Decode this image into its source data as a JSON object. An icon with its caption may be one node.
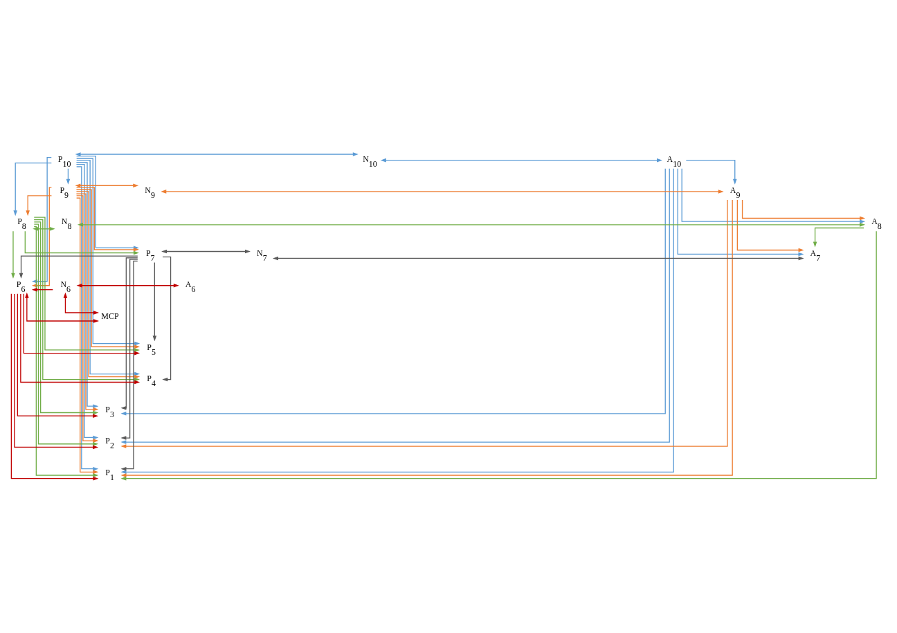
{
  "diagram": {
    "nodes": [
      {
        "text": [
          "P$_{10}$"
        ]
      },
      {
        "text": [
          "N$_{10}$"
        ]
      },
      {
        "text": [
          "A$_{10}$"
        ]
      },
      {
        "text": [
          "P$_{9}$"
        ]
      },
      {
        "text": [
          "N$_{9}$"
        ]
      },
      {
        "text": [
          "A$_{9}$"
        ]
      },
      {
        "text": [
          "P$_{8}$"
        ]
      },
      {
        "text": [
          "N$_{8}$"
        ]
      },
      {
        "text": [
          "A$_{8}$"
        ]
      },
      {
        "text": [
          "P$_{7}$"
        ]
      },
      {
        "text": [
          "N$_{7}$"
        ]
      },
      {
        "text": [
          "A$_{7}$"
        ]
      },
      {
        "text": [
          "P$_{6}$"
        ]
      },
      {
        "text": [
          "N$_{6}$"
        ]
      },
      {
        "text": [
          "A$_{6}$"
        ]
      },
      {
        "text": [
          "MCP"
        ]
      },
      {
        "text": [
          "P$_{5}$"
        ]
      },
      {
        "text": [
          "P$_{4}$"
        ]
      },
      {
        "text": [
          "P$_{3}$"
        ]
      },
      {
        "text": [
          "P$_{2}$"
        ]
      },
      {
        "text": [
          "P$_{1}$"
        ]
      }
    ],
    "edges": [
      {
        "from": 1,
        "to": 0,
        "arrow": "both",
        "color": "#5b9bd5"
      },
      {
        "from": 1,
        "to": 2,
        "arrow": "both",
        "color": "#5b9bd5"
      },
      {
        "from": 4,
        "to": 3,
        "arrow": "both",
        "color": "#ed7d31"
      },
      {
        "from": 4,
        "to": 5,
        "arrow": "both",
        "color": "#ed7d31"
      },
      {
        "from": 7,
        "to": 6,
        "arrow": "both",
        "color": "#70ad47"
      },
      {
        "from": 7,
        "to": 8,
        "arrow": "both",
        "color": "#70ad47"
      },
      {
        "from": 10,
        "to": 9,
        "arrow": "both",
        "color": "#595959"
      },
      {
        "from": 10,
        "to": 11,
        "arrow": "both",
        "color": "#595959"
      },
      {
        "from": 13,
        "to": 12,
        "arrow": "to",
        "color": "#c00000"
      },
      {
        "from": 13,
        "to": 14,
        "arrow": "both",
        "color": "#c00000"
      },
      {
        "from": 12,
        "to": 15,
        "arrow": "both",
        "color": "#c00000"
      },
      {
        "from": 13,
        "to": 15,
        "arrow": "both",
        "color": "#c00000"
      },
      {
        "from": 0,
        "to": 3,
        "arrow": "to",
        "color": "#5b9bd5"
      },
      {
        "from": 0,
        "to": 6,
        "arrow": "to",
        "color": "#5b9bd5"
      },
      {
        "from": 0,
        "to": 9,
        "arrow": "to",
        "color": "#5b9bd5"
      },
      {
        "from": 0,
        "to": 12,
        "arrow": "to",
        "color": "#5b9bd5"
      },
      {
        "from": 0,
        "to": 16,
        "arrow": "to",
        "color": "#5b9bd5"
      },
      {
        "from": 0,
        "to": 17,
        "arrow": "to",
        "color": "#5b9bd5"
      },
      {
        "from": 0,
        "to": 18,
        "arrow": "to",
        "color": "#5b9bd5"
      },
      {
        "from": 0,
        "to": 19,
        "arrow": "to",
        "color": "#5b9bd5"
      },
      {
        "from": 0,
        "to": 20,
        "arrow": "to",
        "color": "#5b9bd5"
      },
      {
        "from": 2,
        "to": 5,
        "arrow": "to",
        "color": "#5b9bd5"
      },
      {
        "from": 2,
        "to": 8,
        "arrow": "to",
        "color": "#5b9bd5"
      },
      {
        "from": 2,
        "to": 11,
        "arrow": "to",
        "color": "#5b9bd5"
      },
      {
        "from": 2,
        "to": 18,
        "arrow": "to",
        "color": "#5b9bd5"
      },
      {
        "from": 2,
        "to": 19,
        "arrow": "to",
        "color": "#5b9bd5"
      },
      {
        "from": 2,
        "to": 20,
        "arrow": "to",
        "color": "#5b9bd5"
      },
      {
        "from": 3,
        "to": 6,
        "arrow": "to",
        "color": "#ed7d31"
      },
      {
        "from": 3,
        "to": 9,
        "arrow": "to",
        "color": "#ed7d31"
      },
      {
        "from": 3,
        "to": 12,
        "arrow": "to",
        "color": "#ed7d31"
      },
      {
        "from": 3,
        "to": 16,
        "arrow": "to",
        "color": "#ed7d31"
      },
      {
        "from": 3,
        "to": 17,
        "arrow": "to",
        "color": "#ed7d31"
      },
      {
        "from": 3,
        "to": 18,
        "arrow": "to",
        "color": "#ed7d31"
      },
      {
        "from": 3,
        "to": 19,
        "arrow": "to",
        "color": "#ed7d31"
      },
      {
        "from": 3,
        "to": 20,
        "arrow": "to",
        "color": "#ed7d31"
      },
      {
        "from": 5,
        "to": 8,
        "arrow": "to",
        "color": "#ed7d31"
      },
      {
        "from": 5,
        "to": 11,
        "arrow": "to",
        "color": "#ed7d31"
      },
      {
        "from": 5,
        "to": 19,
        "arrow": "to",
        "color": "#ed7d31"
      },
      {
        "from": 5,
        "to": 20,
        "arrow": "to",
        "color": "#ed7d31"
      },
      {
        "from": 6,
        "to": 9,
        "arrow": "to",
        "color": "#70ad47"
      },
      {
        "from": 6,
        "to": 12,
        "arrow": "to",
        "color": "#70ad47"
      },
      {
        "from": 6,
        "to": 16,
        "arrow": "to",
        "color": "#70ad47"
      },
      {
        "from": 6,
        "to": 17,
        "arrow": "to",
        "color": "#70ad47"
      },
      {
        "from": 6,
        "to": 18,
        "arrow": "to",
        "color": "#70ad47"
      },
      {
        "from": 6,
        "to": 19,
        "arrow": "to",
        "color": "#70ad47"
      },
      {
        "from": 6,
        "to": 20,
        "arrow": "to",
        "color": "#70ad47"
      },
      {
        "from": 8,
        "to": 11,
        "arrow": "to",
        "color": "#70ad47"
      },
      {
        "from": 8,
        "to": 20,
        "arrow": "to",
        "color": "#70ad47"
      },
      {
        "from": 9,
        "to": 12,
        "arrow": "to",
        "color": "#595959"
      },
      {
        "from": 9,
        "to": 16,
        "arrow": "to",
        "color": "#595959"
      },
      {
        "from": 9,
        "to": 17,
        "arrow": "to",
        "color": "#595959"
      },
      {
        "from": 9,
        "to": 18,
        "arrow": "to",
        "color": "#595959"
      },
      {
        "from": 9,
        "to": 19,
        "arrow": "to",
        "color": "#595959"
      },
      {
        "from": 9,
        "to": 20,
        "arrow": "to",
        "color": "#595959"
      },
      {
        "from": 12,
        "to": 16,
        "arrow": "to",
        "color": "#c00000"
      },
      {
        "from": 12,
        "to": 17,
        "arrow": "to",
        "color": "#c00000"
      },
      {
        "from": 12,
        "to": 18,
        "arrow": "to",
        "color": "#c00000"
      },
      {
        "from": 12,
        "to": 19,
        "arrow": "to",
        "color": "#c00000"
      },
      {
        "from": 12,
        "to": 20,
        "arrow": "to",
        "color": "#c00000"
      }
    ]
  }
}
